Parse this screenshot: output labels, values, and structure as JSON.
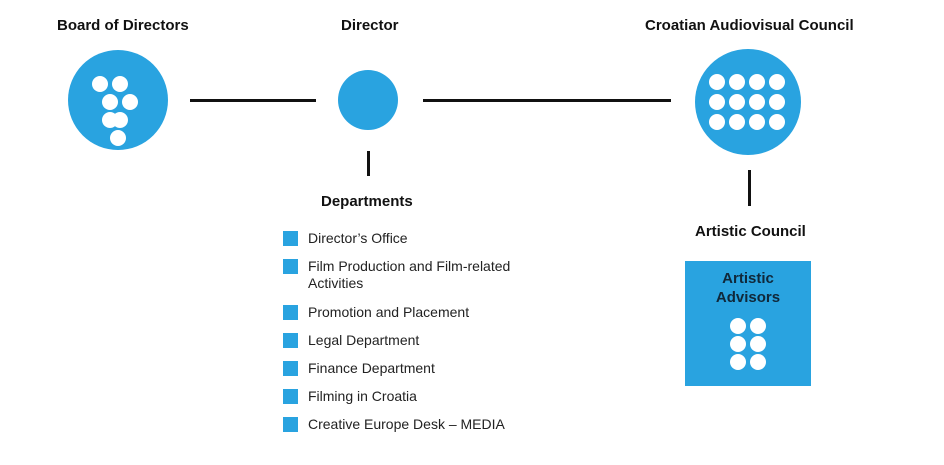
{
  "nodes": {
    "board": {
      "title": "Board of Directors"
    },
    "director": {
      "title": "Director"
    },
    "council": {
      "title": "Croatian Audiovisual Council"
    },
    "departments": {
      "title": "Departments",
      "items": [
        "Director’s Office",
        "Film Production and Film-related Activities",
        "Promotion and Placement",
        "Legal Department",
        "Finance Department",
        "Filming in Croatia",
        "Creative Europe Desk – MEDIA"
      ]
    },
    "artistic_council": {
      "title": "Artistic Council"
    },
    "artistic_advisors": {
      "label_line1": "Artistic",
      "label_line2": "Advisors"
    }
  },
  "colors": {
    "accent": "#29a3e0",
    "line": "#111111",
    "text": "#111111"
  }
}
